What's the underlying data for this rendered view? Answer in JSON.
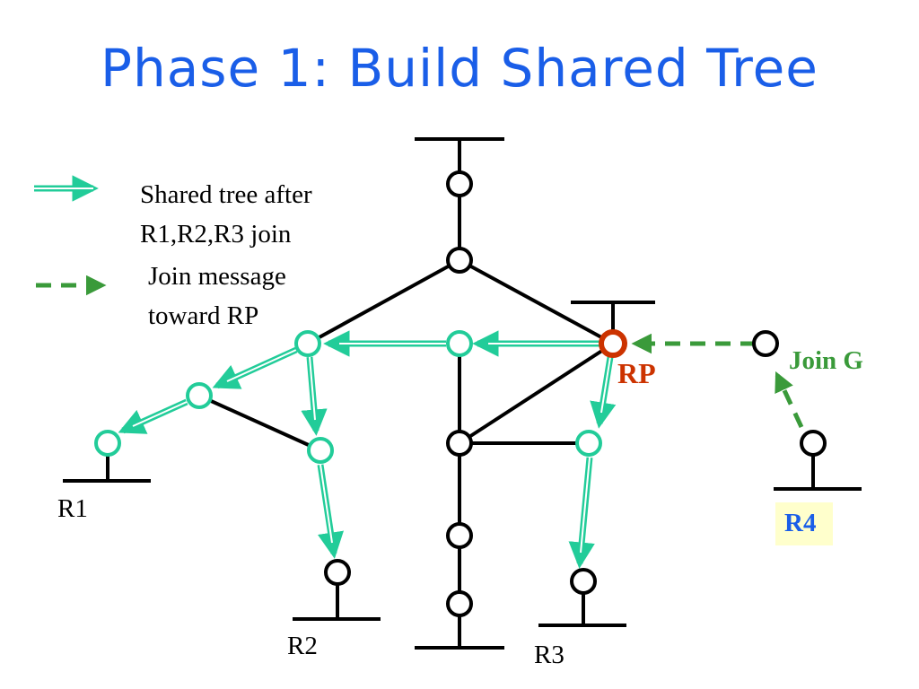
{
  "title": "Phase 1: Build Shared Tree",
  "legend": {
    "shared_tree_line1": "Shared tree after",
    "shared_tree_line2": "R1,R2,R3 join",
    "join_msg_line1": "Join message",
    "join_msg_line2": "toward RP"
  },
  "labels": {
    "rp": "RP",
    "join_g": "Join G",
    "r1": "R1",
    "r2": "R2",
    "r3": "R3",
    "r4": "R4"
  },
  "colors": {
    "title": "#1a5ee8",
    "tree": "#22cc99",
    "join": "#3a9a3a",
    "rp": "#cc3300",
    "r4_label": "#1a5ee8",
    "r4_bg": "#ffffcc"
  }
}
